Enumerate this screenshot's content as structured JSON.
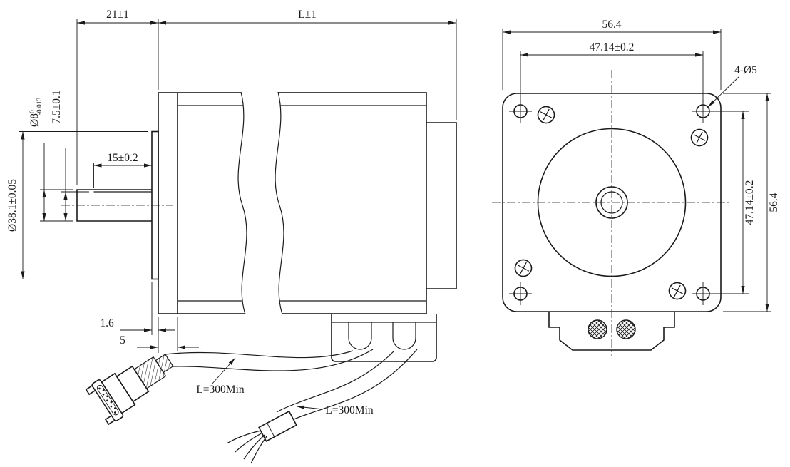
{
  "colors": {
    "line": "#1a1a1a",
    "background": "#ffffff"
  },
  "side_view": {
    "dim_shaft_length": "21±1",
    "dim_body_length": "L±1",
    "dim_shaft_dia": "Ø8",
    "dim_shaft_dia_tol_upper": "0",
    "dim_shaft_dia_tol_lower": "-0.013",
    "dim_flat_height": "7.5±0.1",
    "dim_flat_length": "15±0.2",
    "dim_pilot_dia": "Ø38.1±0.05",
    "dim_pilot_depth": "1.6",
    "dim_flange_thickness": "5",
    "label_cable_db9": "L=300Min",
    "label_cable_pigtail": "L=300Min"
  },
  "front_view": {
    "dim_width": "56.4",
    "dim_hole_spacing_h": "47.14±0.2",
    "label_mounting_holes": "4-Ø5",
    "dim_hole_spacing_v": "47.14±0.2",
    "dim_height": "56.4"
  }
}
